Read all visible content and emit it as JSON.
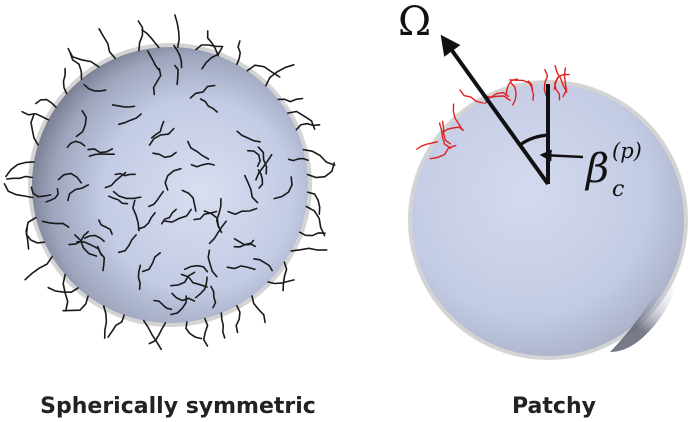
{
  "panels": {
    "left": {
      "caption": "Spherically symmetric",
      "chain_color": "#1a1a1a"
    },
    "right": {
      "caption": "Patchy",
      "chain_color": "#e02020",
      "omega_label": "Ω",
      "angle_symbol": "β",
      "angle_subscript": "c",
      "angle_superscript": "(p)"
    }
  },
  "colors": {
    "sphere_fill": "#c5cde6",
    "sphere_shadow": "#6e7384",
    "sphere_rim": "#d4d4d4",
    "arrow": "#111111"
  }
}
